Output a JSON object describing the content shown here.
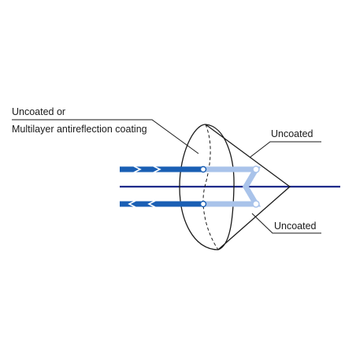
{
  "labels": {
    "front_line1": "Uncoated or",
    "front_line2": "Multilayer antireflection coating",
    "top_right": "Uncoated",
    "bottom_right": "Uncoated"
  },
  "colors": {
    "outline": "#1a1a1a",
    "beam_dark": "#1a5fb4",
    "beam_light": "#a9c3ea",
    "axis": "#1e2a8a"
  }
}
